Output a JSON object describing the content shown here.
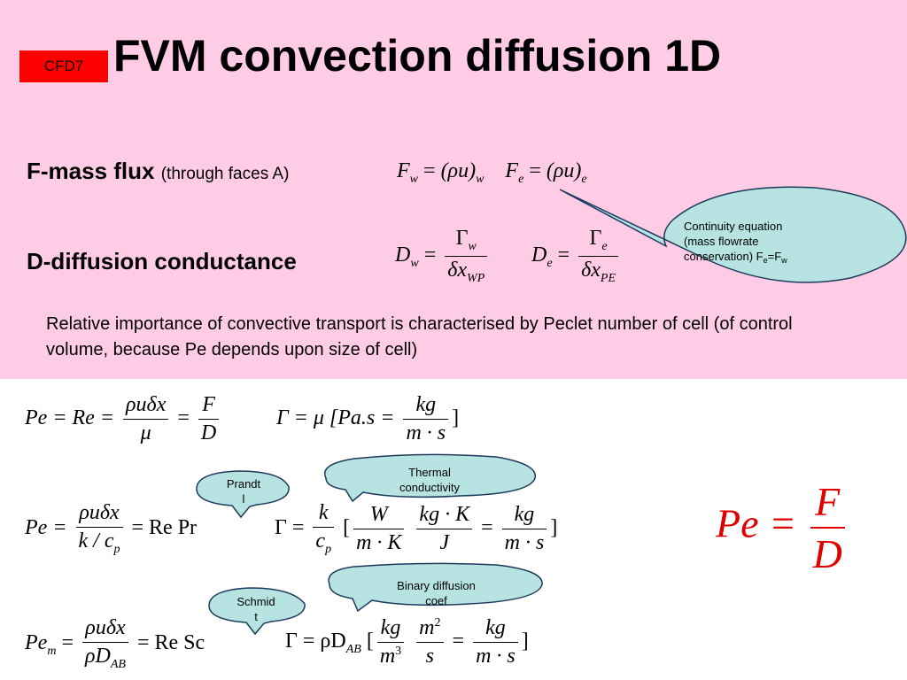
{
  "header": {
    "tag": "CFD7",
    "title": "FVM convection diffusion 1D"
  },
  "mass_flux": {
    "label": "F-mass flux",
    "sublabel": "(through faces A)",
    "fw": {
      "sym": "F",
      "sub": "w",
      "rhs": "(ρu)",
      "rhs_sub": "w"
    },
    "fe": {
      "sym": "F",
      "sub": "e",
      "rhs": "(ρu)",
      "rhs_sub": "e"
    }
  },
  "diffusion": {
    "label": "D-diffusion conductance",
    "dw": {
      "sym": "D",
      "sub": "w",
      "num": "Γ",
      "num_sub": "w",
      "den": "δx",
      "den_sub": "WP"
    },
    "de": {
      "sym": "D",
      "sub": "e",
      "num": "Γ",
      "num_sub": "e",
      "den": "δx",
      "den_sub": "PE"
    }
  },
  "callouts": {
    "continuity": [
      "Continuity equation",
      "(mass flowrate",
      "conservation)  F",
      "e",
      "=F",
      "w"
    ],
    "thermal": [
      "Thermal",
      "conductivity"
    ],
    "prandtl": [
      "Prandt",
      "l"
    ],
    "binary": [
      "Binary diffusion",
      "coef"
    ],
    "schmidt": [
      "Schmid",
      "t"
    ]
  },
  "paragraph": "Relative importance of convective transport is characterised by Peclet number of cell (of control volume, because Pe depends upon size of cell)",
  "eq1": {
    "lhs": "Pe = Re =",
    "num1": "ρuδx",
    "den1": "μ",
    "num2": "F",
    "den2": "D",
    "gamma": "Γ = μ  [Pa.s =",
    "unum": "kg",
    "uden": "m · s",
    "close": "]"
  },
  "eq2": {
    "lhs": "Pe =",
    "num1": "ρuδx",
    "den1": "k / c",
    "den1_sub": "p",
    "mid": "= Re Pr",
    "gamma": "Γ =",
    "gnum": "k",
    "gden": "c",
    "gden_sub": "p",
    "u1n": "W",
    "u1d": "m · K",
    "u2n": "kg · K",
    "u2d": "J",
    "u3n": "kg",
    "u3d": "m · s"
  },
  "eq3": {
    "lhs": "Pe",
    "lhs_sub": "m",
    "num1": "ρuδx",
    "den1": "ρD",
    "den1_sub": "AB",
    "mid": "= Re Sc",
    "gamma": "Γ = ρD",
    "gamma_sub": "AB",
    "u1n": "kg",
    "u1d": "m",
    "u1d_sup": "3",
    "u2n": "m",
    "u2n_sup": "2",
    "u2d": "s",
    "u3n": "kg",
    "u3d": "m · s"
  },
  "big_formula": {
    "lhs": "Pe =",
    "num": "F",
    "den": "D",
    "color": "#e00000"
  },
  "colors": {
    "background_top": "#ffcce6",
    "tag": "#ff0000",
    "callout_fill": "#b7e3e3",
    "callout_stroke": "#1d3a5c"
  }
}
